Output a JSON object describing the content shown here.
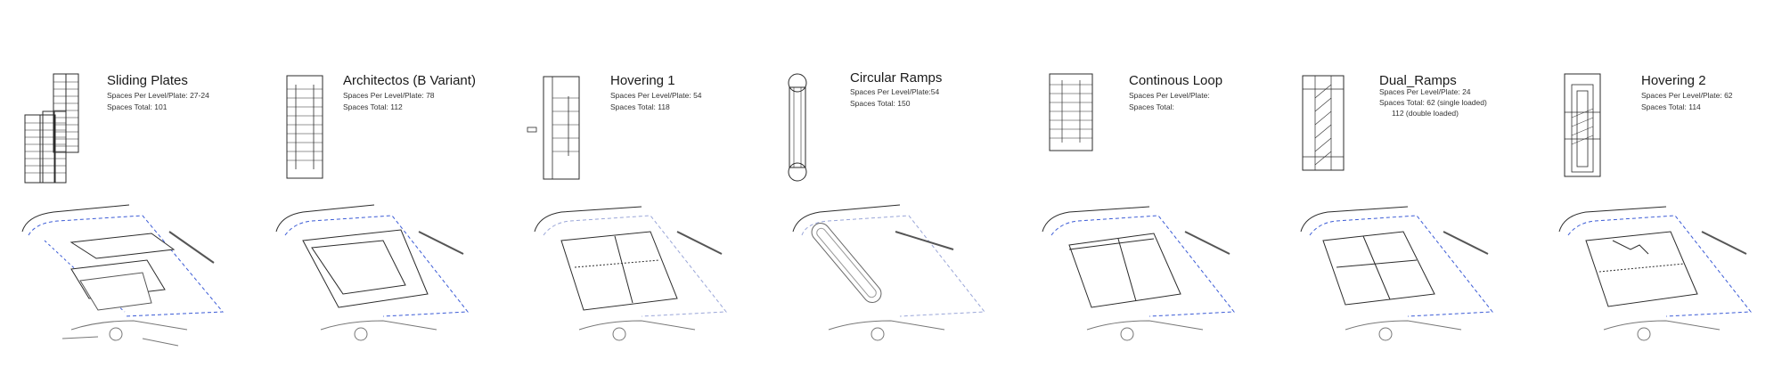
{
  "panels": [
    {
      "title": "Sliding Plates",
      "lines": [
        "Spaces Per Level/Plate: 27-24",
        "Spaces Total: 101"
      ]
    },
    {
      "title": "Architectos (B Variant)",
      "lines": [
        "Spaces Per Level/Plate: 78",
        "Spaces Total: 112"
      ]
    },
    {
      "title": "Hovering 1",
      "lines": [
        "Spaces Per Level/Plate: 54",
        "Spaces Total: 118"
      ]
    },
    {
      "title": "Circular Ramps",
      "lines": [
        "Spaces Per Level/Plate:54",
        "Spaces Total: 150"
      ]
    },
    {
      "title": "Continous Loop",
      "lines": [
        "Spaces Per Level/Plate:",
        "Spaces Total:"
      ]
    },
    {
      "title": "Dual_Ramps",
      "lines": [
        "Spaces Per Level/Plate: 24",
        "Spaces Total: 62 (single loaded)",
        "112 (double loaded)"
      ]
    },
    {
      "title": "Hovering 2",
      "lines": [
        "Spaces Per Level/Plate: 62",
        "Spaces Total: 114"
      ]
    }
  ],
  "colors": {
    "ink": "#2b2b2b",
    "site_blue": "#3b5bd6",
    "light": "#9a9a9a"
  }
}
